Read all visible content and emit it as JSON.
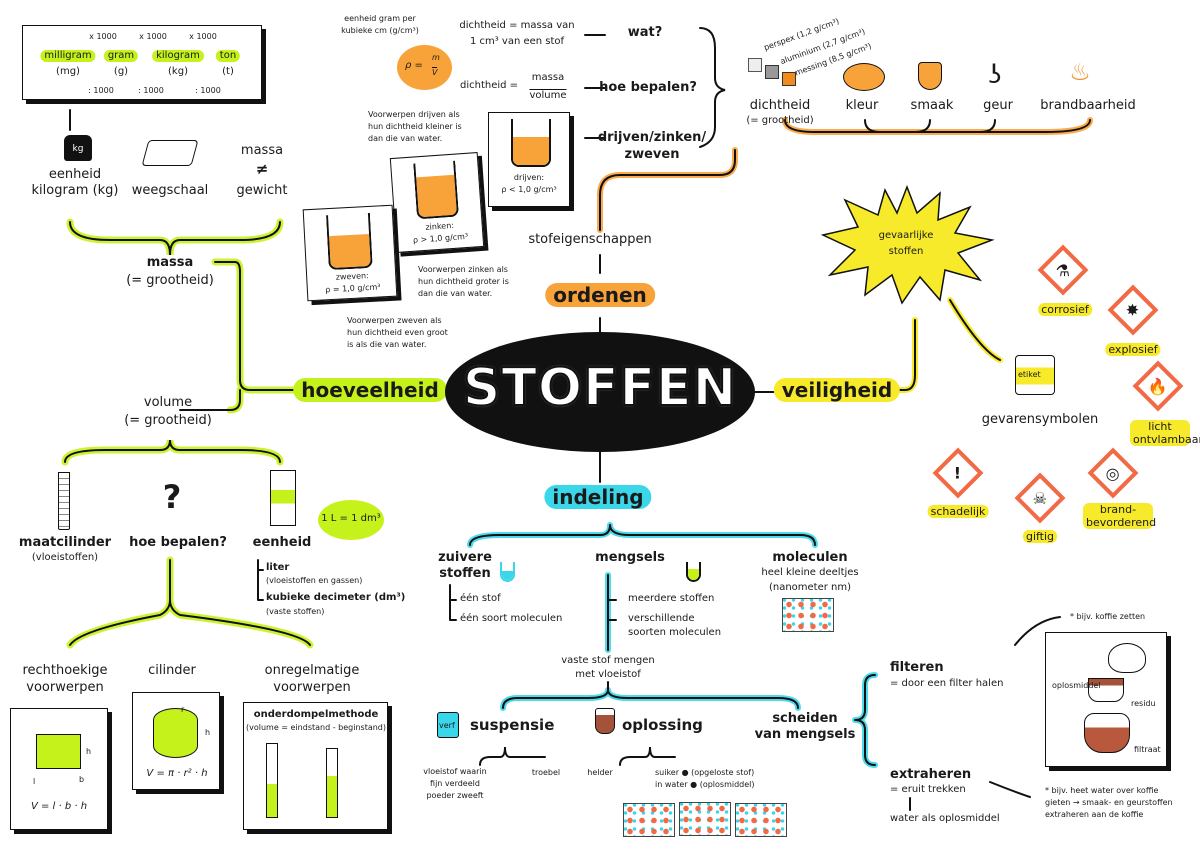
{
  "center": {
    "title": "STOFFEN"
  },
  "branches": {
    "hoeveelheid": "hoeveelheid",
    "ordenen": "ordenen",
    "veiligheid": "veiligheid",
    "indeling": "indeling"
  },
  "colors": {
    "green": "#c6f21c",
    "orange": "#f8a23a",
    "cyan": "#3ad6ea",
    "yellow": "#f7ea2a",
    "hazard": "#f26a45"
  },
  "units": {
    "items": [
      {
        "name": "milligram",
        "abbr": "(mg)"
      },
      {
        "name": "gram",
        "abbr": "(g)"
      },
      {
        "name": "kilogram",
        "abbr": "(kg)"
      },
      {
        "name": "ton",
        "abbr": "(t)"
      }
    ],
    "up": "x 1000",
    "down": ": 1000"
  },
  "massa": {
    "kg_icon": "kg",
    "unit": [
      "eenheid",
      "kilogram (kg)"
    ],
    "tool": "weegschaal",
    "note": [
      "massa",
      "≠",
      "gewicht"
    ],
    "title": "massa",
    "sub": "(= grootheid)"
  },
  "volume": {
    "title": "volume",
    "sub": "(= grootheid)",
    "maatcilinder": "maatcilinder",
    "maatcilinder_sub": "(vloeistoffen)",
    "question": "?",
    "hoe": "hoe bepalen?",
    "eenheid": "eenheid",
    "liter_eq": "1 L = 1 dm³",
    "liter": "liter",
    "liter_sub": "(vloeistoffen en gassen)",
    "dm": "kubieke decimeter (dm³)",
    "dm_sub": "(vaste stoffen)",
    "shapes": [
      {
        "name": [
          "rechthoekige",
          "voorwerpen"
        ],
        "formula": "V = l · b · h"
      },
      {
        "name": [
          "cilinder"
        ],
        "formula": "V = π · r² · h"
      },
      {
        "name": [
          "onregelmatige",
          "voorwerpen"
        ],
        "method": "onderdompelmethode",
        "method_sub": "(volume = eindstand - beginstand)"
      }
    ],
    "dims": {
      "l": "l",
      "b": "b",
      "h": "h",
      "r": "r"
    }
  },
  "dichtheid": {
    "unit_note": [
      "eenheid gram per",
      "kubieke cm (g/cm³)"
    ],
    "formula_rho": "ρ =",
    "formula_m": "m",
    "formula_v": "V",
    "wat_def": [
      "dichtheid = massa van",
      "1 cm³ van een stof"
    ],
    "wat": "wat?",
    "hoe_left": "dichtheid =",
    "hoe_num": "massa",
    "hoe_den": "volume",
    "hoe": "hoe bepalen?",
    "dzz": [
      "drijven/zinken/",
      "zweven"
    ],
    "drijven_note": [
      "Voorwerpen drijven als",
      "hun dichtheid kleiner is",
      "dan die van water."
    ],
    "drijven": [
      "drijven:",
      "ρ < 1,0 g/cm³"
    ],
    "zinken": [
      "zinken:",
      "ρ > 1,0 g/cm³"
    ],
    "zinken_note": [
      "Voorwerpen zinken als",
      "hun dichtheid groter is",
      "dan die van water."
    ],
    "zweven": [
      "zweven:",
      "ρ = 1,0 g/cm³"
    ],
    "zweven_note": [
      "Voorwerpen zweven als",
      "hun dichtheid even groot",
      "is als die van water."
    ]
  },
  "eigenschappen": {
    "title": "stofeigenschappen",
    "items": [
      "dichtheid",
      "kleur",
      "smaak",
      "geur",
      "brandbaarheid"
    ],
    "dichtheid_sub": "(= grootheid)",
    "cubes": [
      "perspex (1,2 g/cm³)",
      "aluminium (2,7 g/cm³)",
      "messing (8,5 g/cm³)"
    ]
  },
  "veiligheid": {
    "star": [
      "gevaarlijke",
      "stoffen"
    ],
    "etiket": "etiket",
    "symbols_title": "gevarensymbolen",
    "symbols": [
      {
        "label": "corrosief",
        "glyph": "⚗"
      },
      {
        "label": "explosief",
        "glyph": "✸"
      },
      {
        "label": "licht ontvlambaar",
        "glyph": "🔥"
      },
      {
        "label": "schadelijk",
        "glyph": "!"
      },
      {
        "label": "giftig",
        "glyph": "☠"
      },
      {
        "label": "brand-bevorderend",
        "glyph": "◎"
      }
    ]
  },
  "indeling": {
    "zuiver": [
      "zuivere",
      "stoffen"
    ],
    "zuiver_items": [
      "één stof",
      "één soort moleculen"
    ],
    "mengsels": "mengsels",
    "mengsels_items": [
      "meerdere stoffen",
      "verschillende",
      "soorten moleculen"
    ],
    "moleculen": "moleculen",
    "moleculen_sub": [
      "heel kleine deeltjes",
      "(nanometer nm)"
    ],
    "vaste": [
      "vaste stof mengen",
      "met vloeistof"
    ],
    "suspensie": "suspensie",
    "verf": "verf",
    "suspensie_items": [
      [
        "vloeistof waarin",
        "fijn verdeeld",
        "poeder zweeft"
      ],
      "troebel"
    ],
    "oplossing": "oplossing",
    "oplossing_items": [
      "helder",
      "suiker ● (opgeloste stof)",
      "in water ● (oplosmiddel)"
    ],
    "scheiden": [
      "scheiden",
      "van mengsels"
    ],
    "filteren": "filteren",
    "filteren_sub": "= door een filter halen",
    "extraheren": "extraheren",
    "extraheren_sub": "= eruit trekken",
    "water": "water als oplosmiddel",
    "koffie_note": "* bijv. koffie zetten",
    "koffie_labels": [
      "oplosmiddel",
      "residu",
      "filtraat"
    ],
    "extract_note": [
      "* bijv. heet water over koffie",
      "gieten → smaak- en geurstoffen",
      "extraheren aan de koffie"
    ]
  }
}
